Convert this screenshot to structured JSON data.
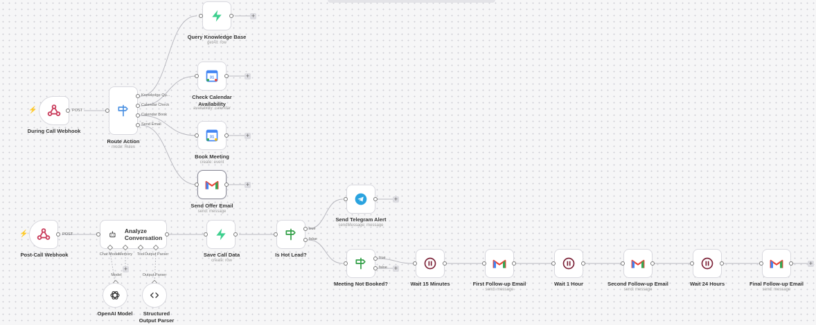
{
  "nodes": {
    "during_call_webhook": {
      "title": "During Call Webhook",
      "output_label": "POST"
    },
    "route_action": {
      "title": "Route Action",
      "subtitle": "mode: Rules",
      "outputs": [
        "Knowledge Qu...",
        "Calendar Check",
        "Calendar Book",
        "Send Email"
      ]
    },
    "query_kb": {
      "title": "Query Knowledge Base",
      "subtitle": "getAll: row"
    },
    "check_calendar": {
      "title": "Check Calendar Availability",
      "subtitle": "availability: calendar"
    },
    "book_meeting": {
      "title": "Book Meeting",
      "subtitle": "create: event"
    },
    "send_offer_email": {
      "title": "Send Offer Email",
      "subtitle": "send: message"
    },
    "post_call_webhook": {
      "title": "Post-Call Webhook",
      "output_label": "POST"
    },
    "analyze_conversation": {
      "title": "Analyze Conversation",
      "connectors": [
        "Chat Model",
        "Memory",
        "Tool",
        "Output Parser"
      ]
    },
    "openai_model": {
      "title": "OpenAI Model",
      "connector_label": "Model"
    },
    "structured_parser": {
      "title": "Structured Output Parser",
      "connector_label": "Output Parser"
    },
    "save_call_data": {
      "title": "Save Call Data",
      "subtitle": "create: row"
    },
    "is_hot_lead": {
      "title": "Is Hot Lead?",
      "outputs": [
        "true",
        "false"
      ]
    },
    "send_telegram": {
      "title": "Send Telegram Alert",
      "subtitle": "sendMessage: message"
    },
    "meeting_not_booked": {
      "title": "Meeting Not Booked?",
      "outputs": [
        "true",
        "false"
      ]
    },
    "wait_15": {
      "title": "Wait 15 Minutes"
    },
    "first_followup": {
      "title": "First Follow-up Email",
      "subtitle": "send: message"
    },
    "wait_1h": {
      "title": "Wait 1 Hour"
    },
    "second_followup": {
      "title": "Second Follow-up Email",
      "subtitle": "send: message"
    },
    "wait_24h": {
      "title": "Wait 24 Hours"
    },
    "final_followup": {
      "title": "Final Follow-up Email",
      "subtitle": "send: message"
    }
  },
  "icons": {
    "webhook": "webhook-icon",
    "switch": "switch-icon",
    "supabase": "supabase-icon",
    "calendar": "google-calendar-icon",
    "gmail": "gmail-icon",
    "robot": "robot-icon",
    "openai": "openai-icon",
    "code": "code-brackets-icon",
    "telegram": "telegram-icon",
    "wait": "pause-icon",
    "bolt": "lightning-icon"
  },
  "colors": {
    "switch_green": "#2f9e44",
    "switch_blue": "#4a90e2",
    "supabase": "#3ecf8e",
    "webhook": "#c93b5b",
    "wait": "#7a1f35",
    "telegram": "#2aa3df",
    "trigger_bolt": "#ff6d5a"
  }
}
